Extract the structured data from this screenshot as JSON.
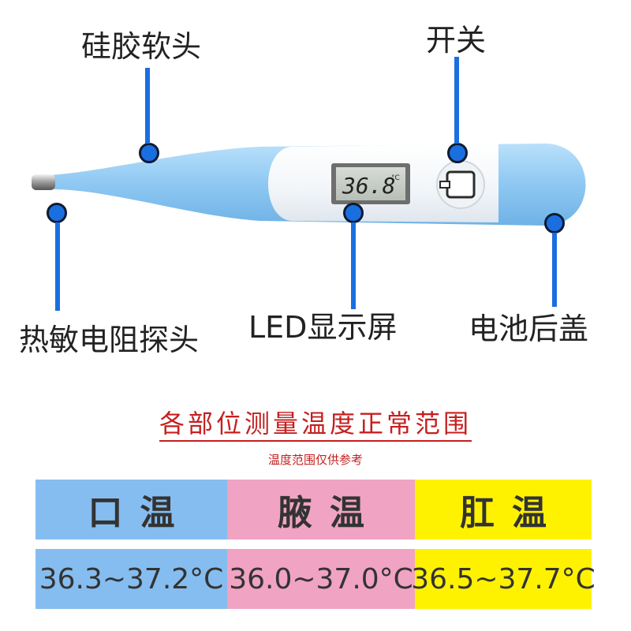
{
  "labels": {
    "silicone_tip": "硅胶软头",
    "switch": "开关",
    "probe": "热敏电阻探头",
    "display": "LED显示屏",
    "battery_cover": "电池后盖"
  },
  "lcd_reading": "36.8",
  "lcd_unit": "°C",
  "reference": {
    "title": "各部位测量温度正常范围",
    "note": "温度范围仅供参考",
    "columns": [
      {
        "name": "口温",
        "range": "36.3~37.2°C",
        "color": "#86bdf0"
      },
      {
        "name": "腋温",
        "range": "36.0~37.0°C",
        "color": "#f1a3c3"
      },
      {
        "name": "肛温",
        "range": "36.5~37.7°C",
        "color": "#fff200"
      }
    ]
  },
  "colors": {
    "accent": "#1a6fe0",
    "thermometer_blue": "#8ec8f2",
    "title_red": "#c61f1f"
  }
}
